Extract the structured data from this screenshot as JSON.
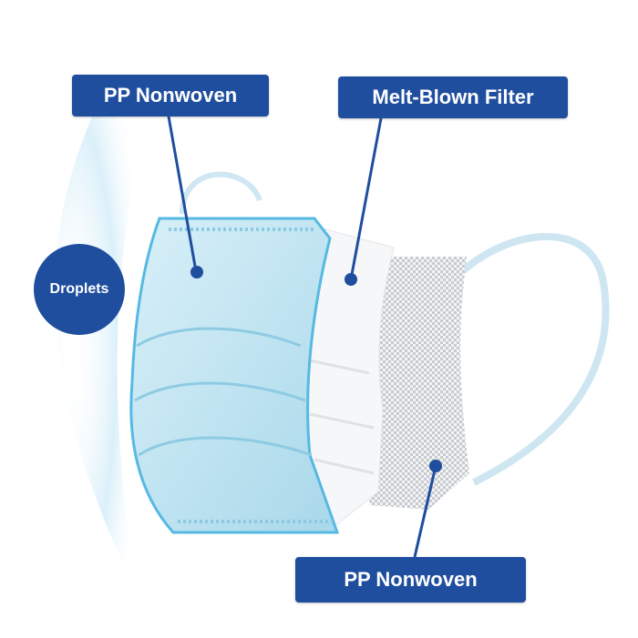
{
  "labels": {
    "outer_layer": "PP Nonwoven",
    "middle_layer": "Melt-Blown Filter",
    "inner_layer": "PP Nonwoven",
    "droplets": "Droplets"
  },
  "colors": {
    "label_bg": "#1f4e9e",
    "mask_blue": "#bfe3ef",
    "mask_edge": "#56b9e3",
    "filter_white": "#f6f7f8",
    "mesh_gray": "#c9cdd1",
    "droplet_haze": "#cfe9f7"
  }
}
